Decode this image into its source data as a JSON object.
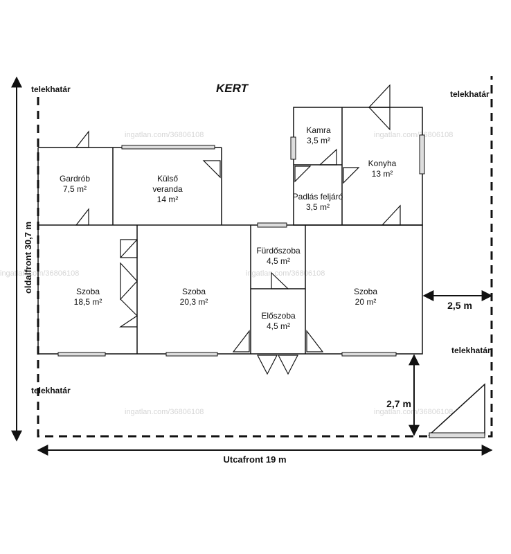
{
  "garden_label": "KERT",
  "boundary_label": "telekhatár",
  "watermark": "ingatlan.com/36806108",
  "dimensions": {
    "side_front": "oldalfront 30,7 m",
    "street_front": "Utcafront 19 m",
    "gap_right": "2,5 m",
    "gap_bottom": "2,7 m"
  },
  "rooms": {
    "gardrob": {
      "name": "Gardrób",
      "area": "7,5 m²"
    },
    "kulso_veranda": {
      "name_line1": "Külső",
      "name_line2": "veranda",
      "area": "14 m²"
    },
    "kamra": {
      "name": "Kamra",
      "area": "3,5 m²"
    },
    "padlas": {
      "name": "Padlás feljáró",
      "area": "3,5 m²"
    },
    "konyha": {
      "name": "Konyha",
      "area": "13 m²"
    },
    "szoba_1": {
      "name": "Szoba",
      "area": "18,5 m²"
    },
    "szoba_2": {
      "name": "Szoba",
      "area": "20,3 m²"
    },
    "furdoszoba": {
      "name": "Fürdőszoba",
      "area": "4,5 m²"
    },
    "eloszoba": {
      "name": "Előszoba",
      "area": "4,5 m²"
    },
    "szoba_3": {
      "name": "Szoba",
      "area": "20 m²"
    }
  }
}
